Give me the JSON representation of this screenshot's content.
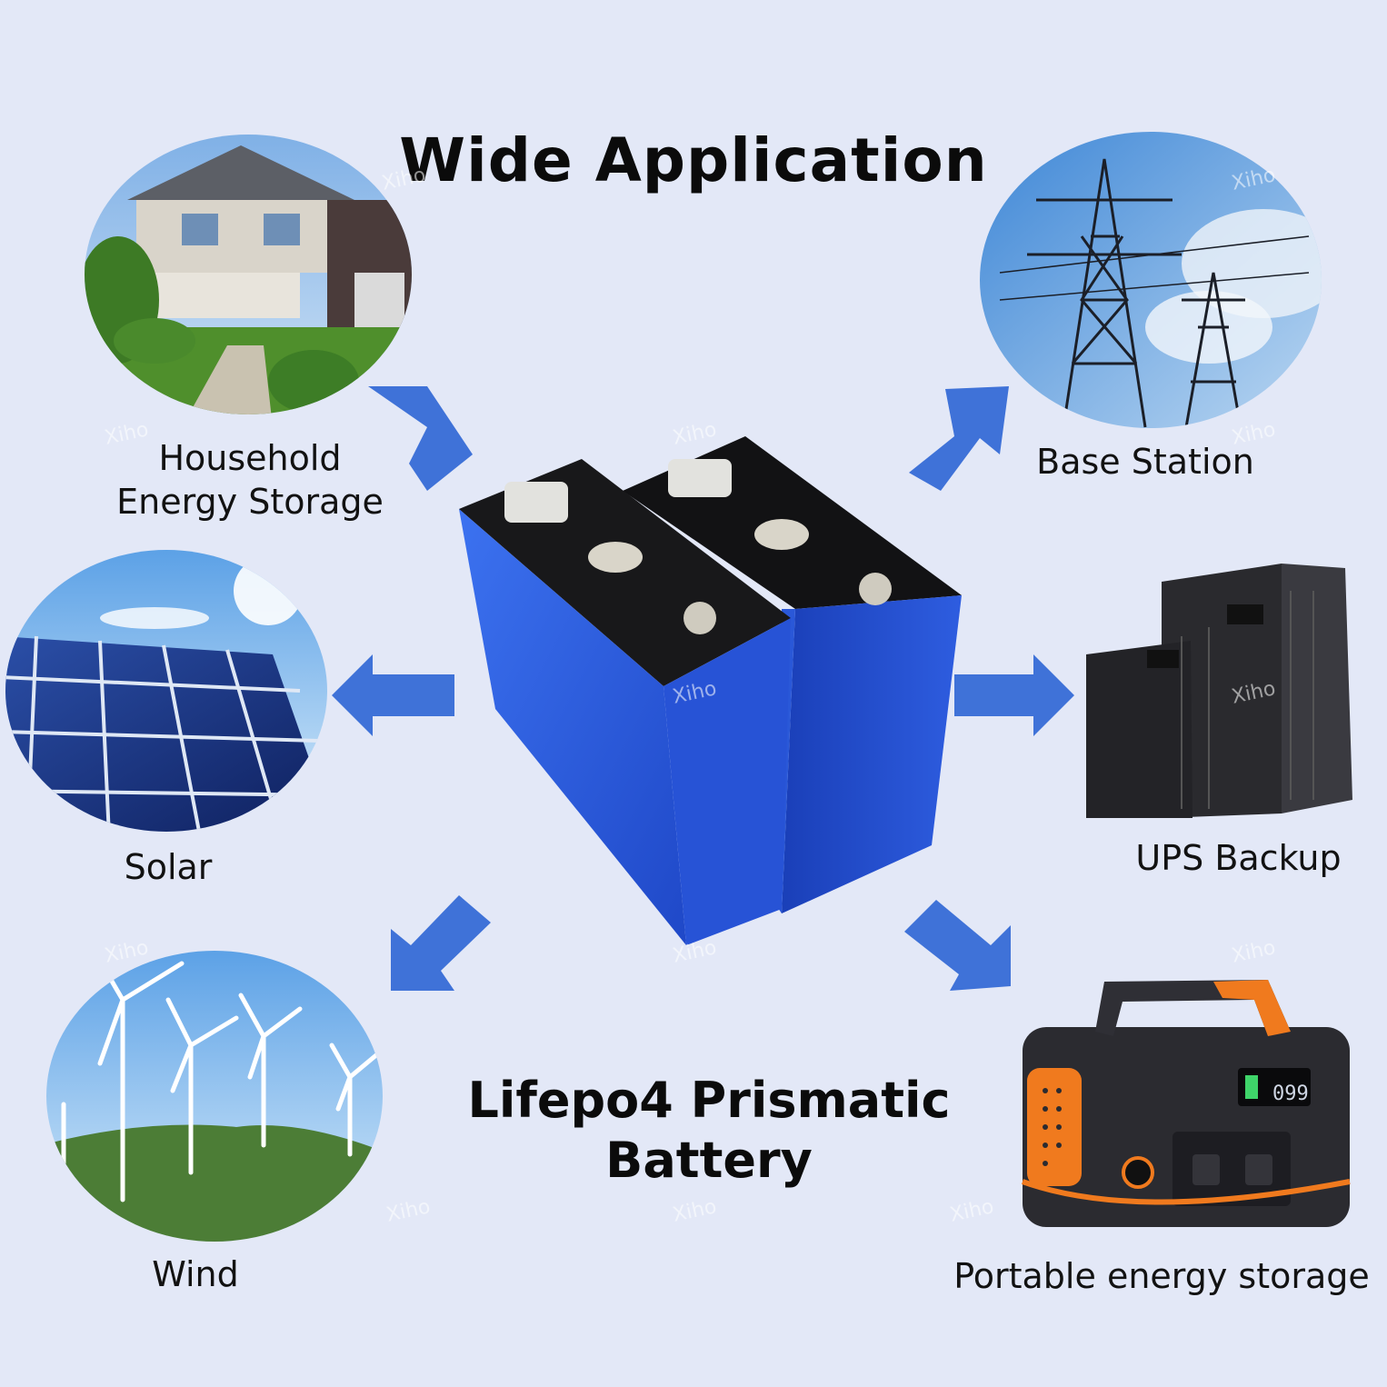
{
  "title": "Wide Application",
  "product": {
    "line1": "Lifepo4 Prismatic",
    "line2": "Battery"
  },
  "applications": {
    "household": {
      "line1": "Household",
      "line2": "Energy Storage"
    },
    "base_station": "Base Station",
    "solar": "Solar",
    "ups": "UPS Backup",
    "wind": "Wind",
    "portable": "Portable energy storage"
  },
  "watermark": "Xiho",
  "colors": {
    "background": "#e3e8f7",
    "arrow": "#3f72d8",
    "battery_blue": "#2f62e0",
    "battery_top": "#121212",
    "accent_orange": "#f07a1e"
  }
}
